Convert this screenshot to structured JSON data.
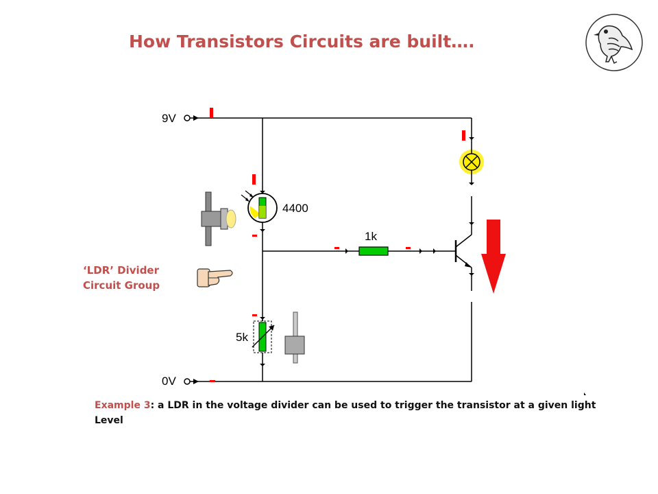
{
  "title": "How Transistors Circuits are built….",
  "side_label": {
    "line1": "‘LDR’ Divider",
    "line2": "Circuit Group"
  },
  "circuit": {
    "supply_label": "9V",
    "ground_label": "0V",
    "ldr_value": "4400",
    "base_resistor_label": "1k",
    "variable_resistor_label": "5k"
  },
  "caption": {
    "example_label": "Example 3",
    "text": ": a LDR in the voltage divider can be used to trigger the transistor at a given light Level"
  },
  "colors": {
    "title": "#c0504d",
    "wire": "#000000",
    "indicator": "#ff0000",
    "component_fill": "#00cc00",
    "lamp": "#ffee00",
    "arrow": "#ee1111"
  }
}
